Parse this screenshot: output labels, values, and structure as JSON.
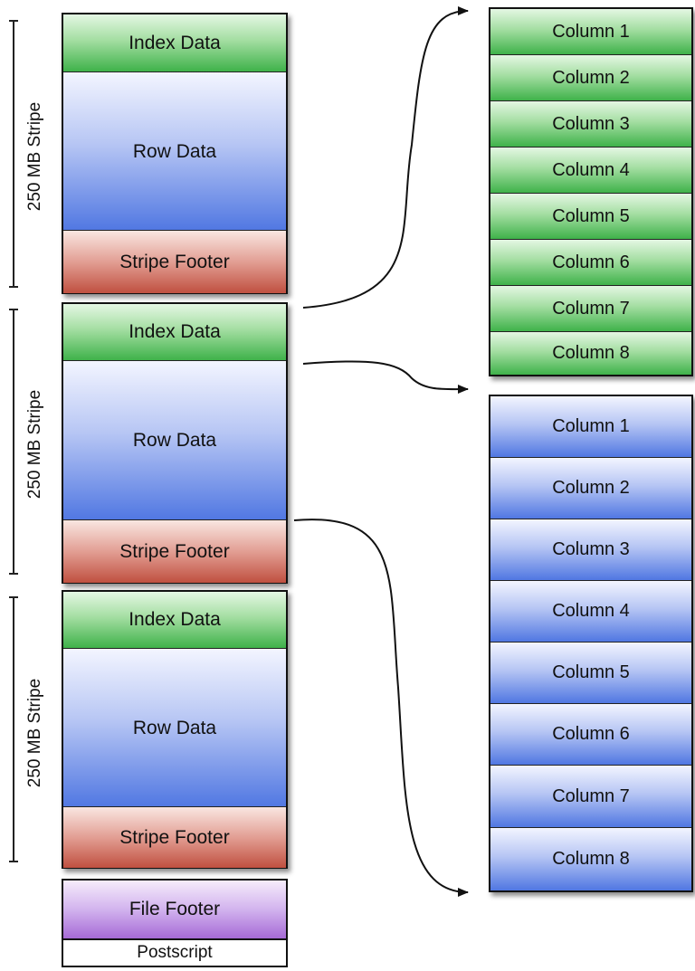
{
  "stripes": [
    {
      "side_label": "250 MB Stripe",
      "index_data": "Index Data",
      "row_data": "Row Data",
      "stripe_footer": "Stripe Footer"
    },
    {
      "side_label": "250 MB Stripe",
      "index_data": "Index Data",
      "row_data": "Row Data",
      "stripe_footer": "Stripe Footer"
    },
    {
      "side_label": "250 MB Stripe",
      "index_data": "Index Data",
      "row_data": "Row Data",
      "stripe_footer": "Stripe Footer"
    }
  ],
  "file_footer": "File Footer",
  "postscript": "Postscript",
  "index_columns": [
    "Column 1",
    "Column 2",
    "Column 3",
    "Column 4",
    "Column 5",
    "Column 6",
    "Column 7",
    "Column 8"
  ],
  "row_columns": [
    "Column 1",
    "Column 2",
    "Column 3",
    "Column 4",
    "Column 5",
    "Column 6",
    "Column 7",
    "Column 8"
  ],
  "colors": {
    "index": "#4cb854",
    "row": "#5a7fe0",
    "stripe_footer": "#c45a4a",
    "file_footer": "#a86ad6",
    "outline": "#111111"
  }
}
